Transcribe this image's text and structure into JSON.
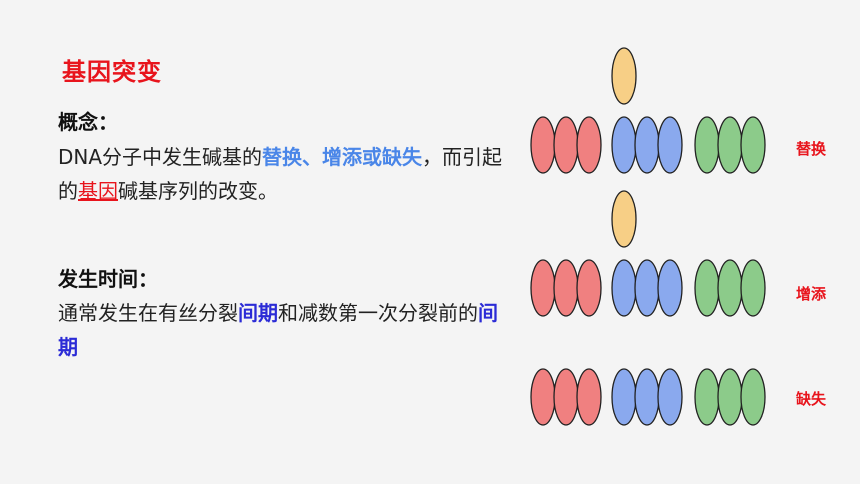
{
  "title": "基因突变",
  "concept": {
    "label": "概念：",
    "text_1": "DNA分子中发生碱基的",
    "highlight_1": "替换、增添或缺失",
    "text_2": "，而引起的",
    "highlight_2": "基因",
    "text_3": "碱基序列的改变。"
  },
  "timing": {
    "label": "发生时间：",
    "text_1": "通常发生在有丝分裂",
    "highlight_1": "间期",
    "text_2": "和减数第一次分裂前的",
    "highlight_2": "间期"
  },
  "diagram": {
    "rows": [
      {
        "label": "替换",
        "extra_base": "yellow"
      },
      {
        "label": "增添",
        "extra_base": "yellow"
      },
      {
        "label": "缺失",
        "extra_base": null
      }
    ],
    "colors": {
      "red": "#f08080",
      "blue": "#8aa9ee",
      "green": "#8ccb8a",
      "yellow": "#f7cf86",
      "stroke": "#222222"
    }
  }
}
